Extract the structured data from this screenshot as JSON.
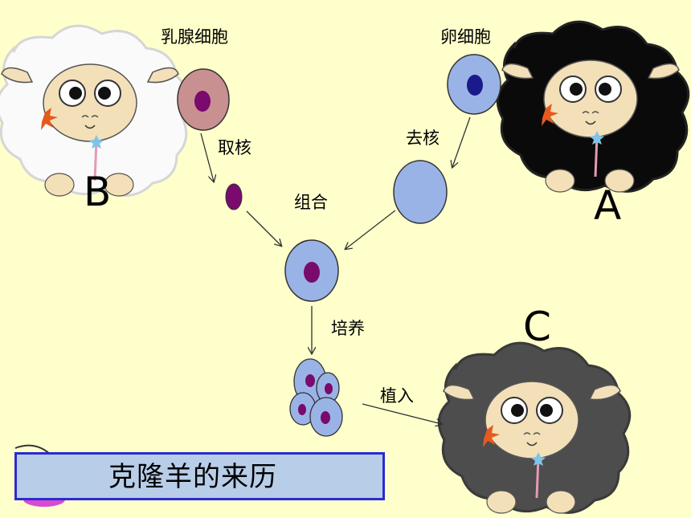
{
  "labels": {
    "mammary_cell": "乳腺细胞",
    "egg_cell": "卵细胞",
    "take_nucleus": "取核",
    "remove_nucleus": "去核",
    "combine": "组合",
    "culture": "培养",
    "implant": "植入"
  },
  "sheep": {
    "a": "A",
    "b": "B",
    "c": "C"
  },
  "title": "克隆羊的来历",
  "colors": {
    "background": "#ffffcc",
    "mammary_cell": "#c89090",
    "nucleus": "#7a0a6e",
    "egg_cell": "#9ab3e6",
    "egg_nucleus": "#1a1a8a",
    "title_bar": "#b8cde8",
    "title_border": "#2b2bd0"
  }
}
